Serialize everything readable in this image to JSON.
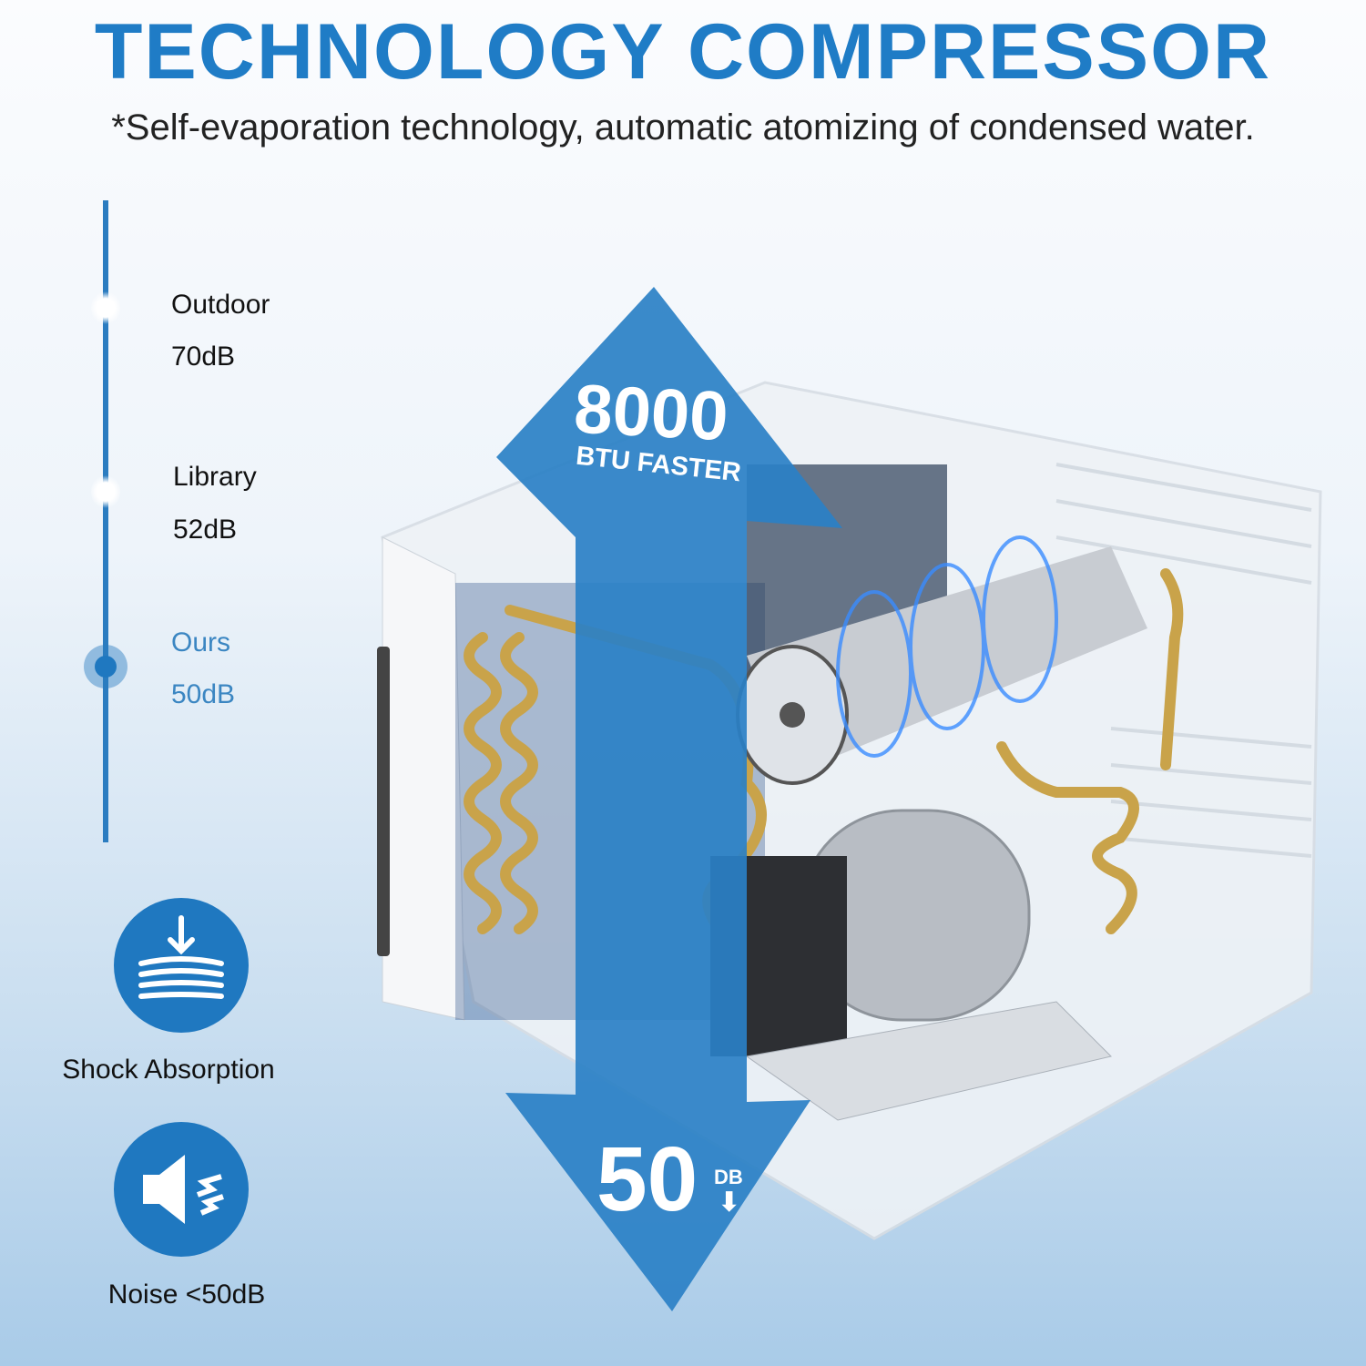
{
  "header": {
    "title": "TECHNOLOGY COMPRESSOR",
    "subtitle": "*Self-evaporation technology, automatic atomizing of condensed  water."
  },
  "noise_scale": [
    {
      "name": "Outdoor",
      "value": "70dB"
    },
    {
      "name": "Library",
      "value": "52dB"
    },
    {
      "name": "Ours",
      "value": "50dB"
    }
  ],
  "features": [
    {
      "icon": "shock-absorption-icon",
      "label": "Shock Absorption"
    },
    {
      "icon": "speaker-noise-icon",
      "label": "Noise <50dB"
    }
  ],
  "arrow_up": {
    "value": "8000",
    "caption": "BTU FASTER"
  },
  "arrow_down": {
    "value": "50",
    "unit": "DB"
  },
  "colors": {
    "accent": "#1f7cc6",
    "arrow": "#2a80c6",
    "text": "#111111"
  }
}
